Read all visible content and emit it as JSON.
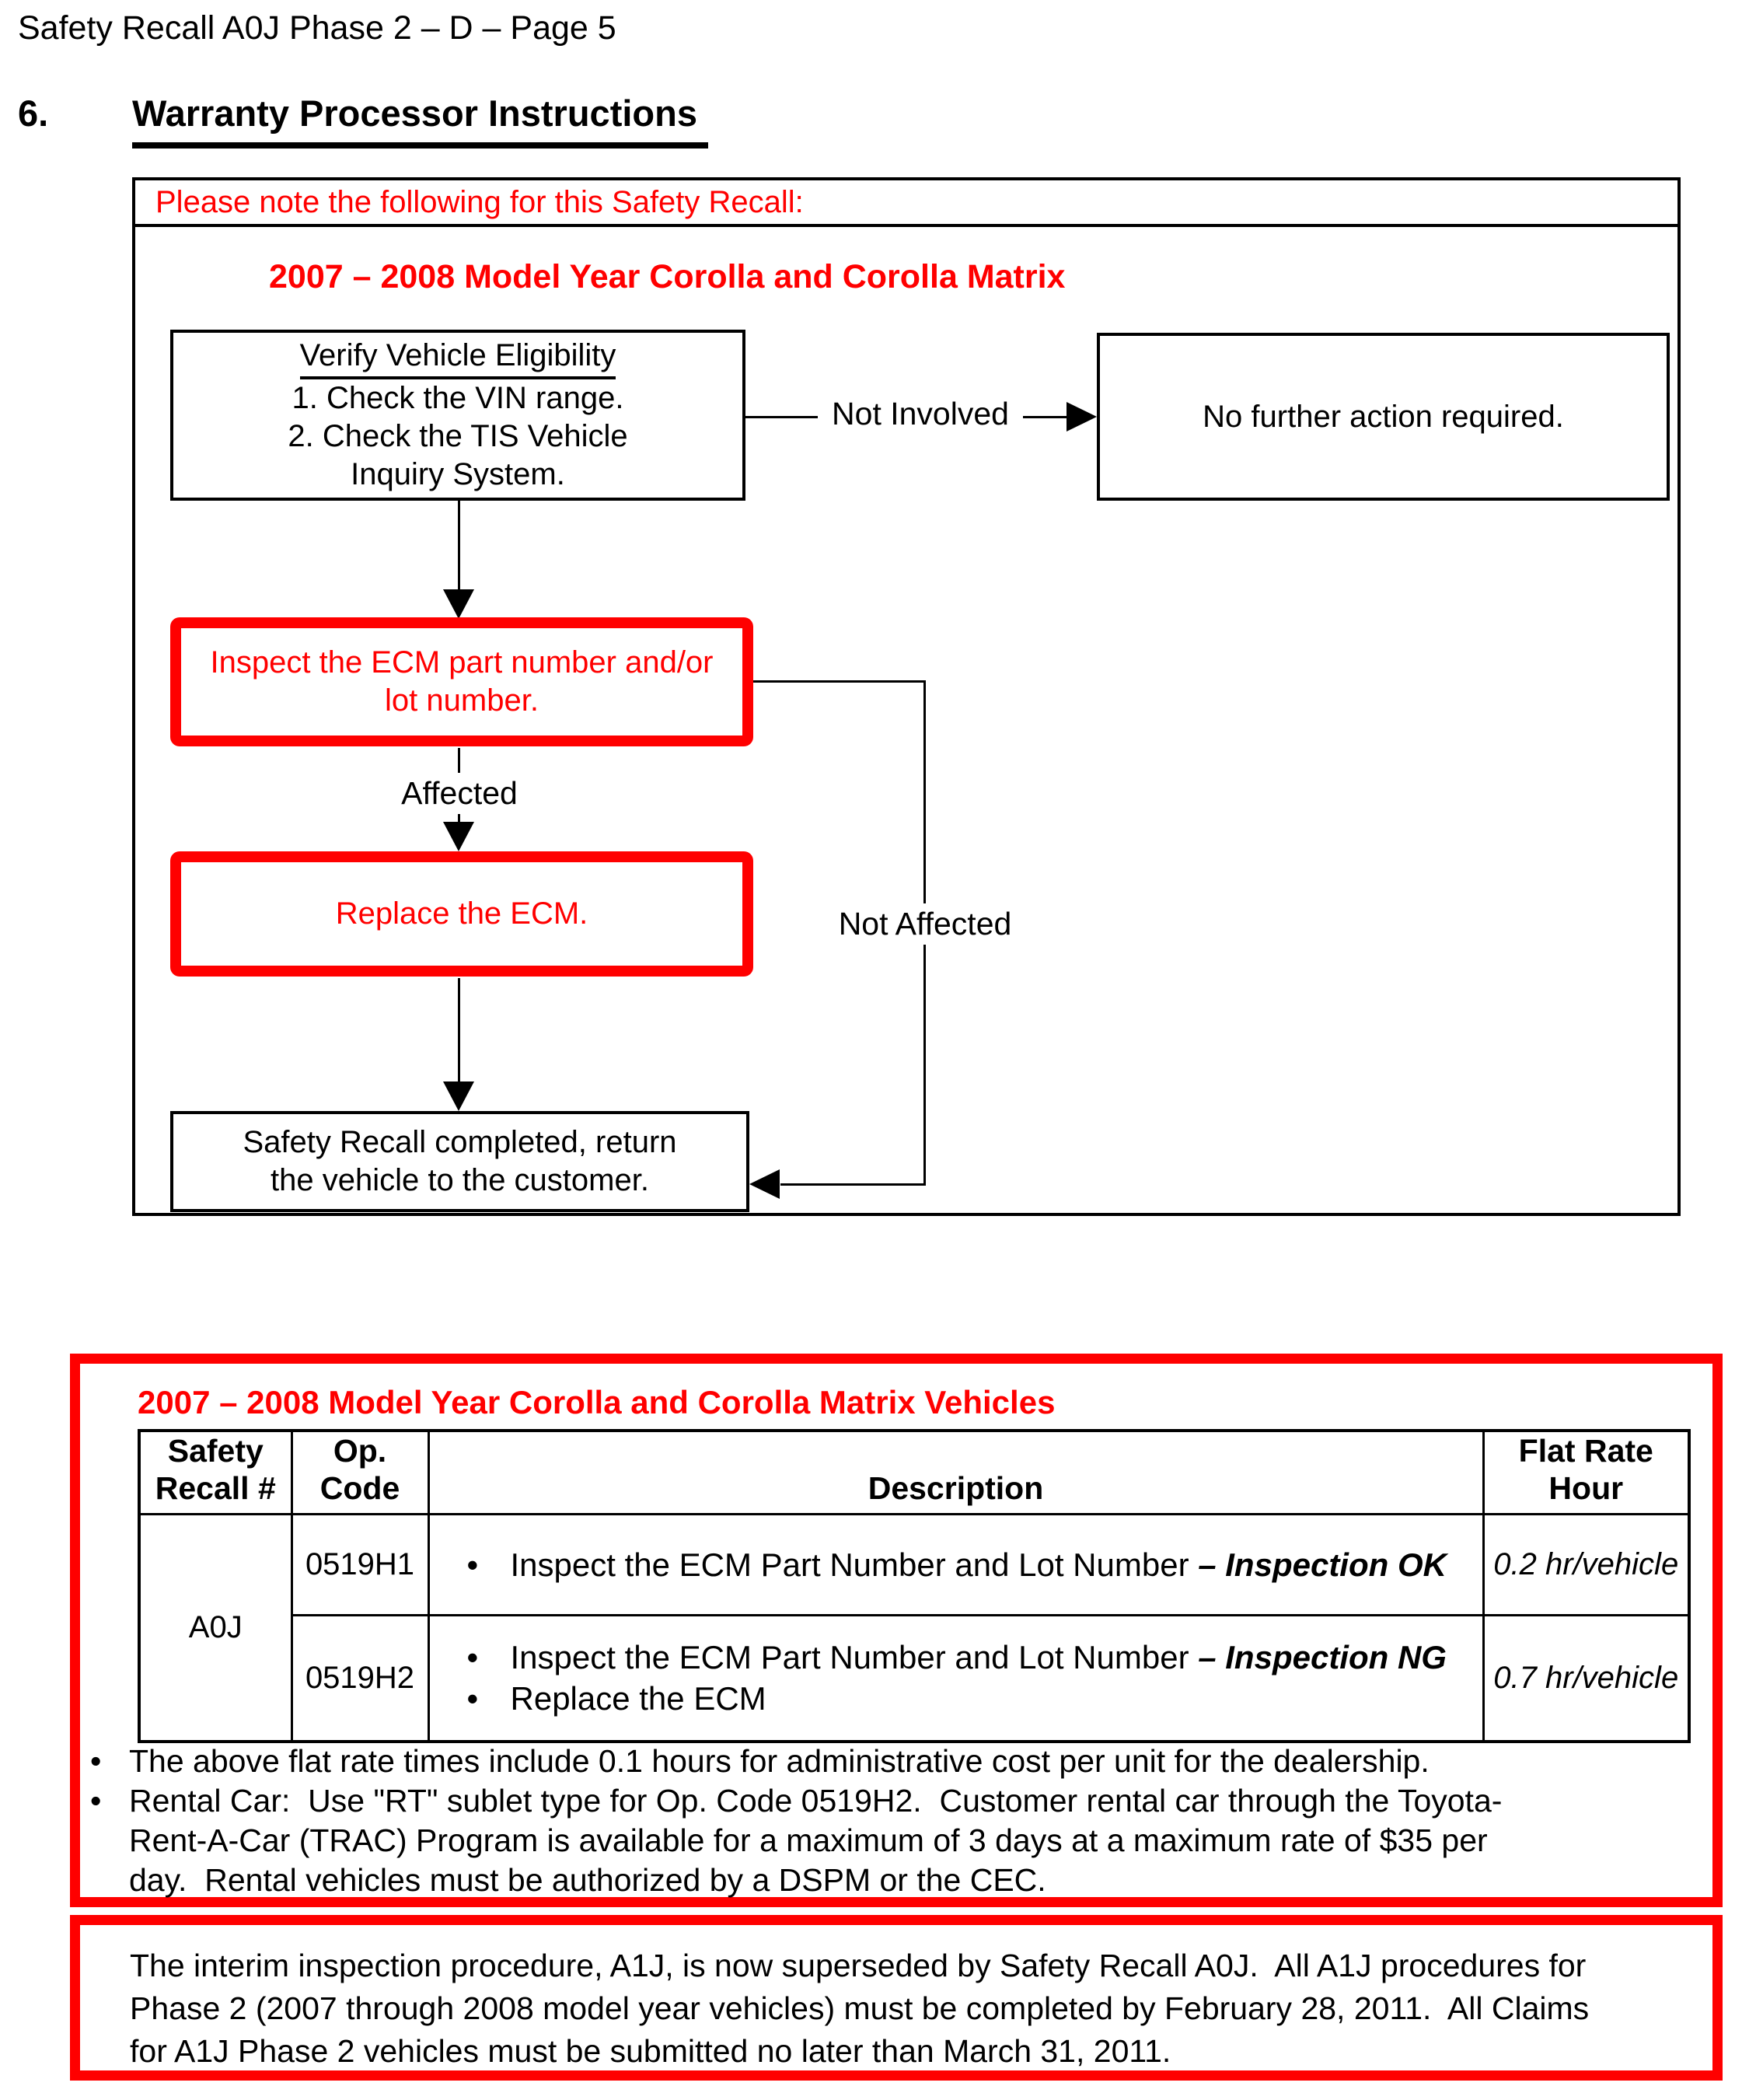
{
  "page": {
    "header": "Safety Recall A0J Phase 2 – D – Page 5",
    "section_number": "6.",
    "section_title": "Warranty Processor Instructions"
  },
  "colors": {
    "accent_red": "#ff0000",
    "text_black": "#000000"
  },
  "flowchart": {
    "note": "Please note the following for this Safety Recall:",
    "title": "2007 – 2008 Model Year Corolla and Corolla Matrix",
    "verify_title": "Verify Vehicle Eligibility",
    "verify_body": "1. Check the VIN range.\n2. Check the TIS Vehicle\nInquiry System.",
    "no_action": "No further action required.",
    "inspect": "Inspect the ECM part number and/or\nlot number.",
    "replace": "Replace the ECM.",
    "completed": "Safety Recall completed, return\nthe vehicle to the customer.",
    "label_not_involved": "Not Involved",
    "label_affected": "Affected",
    "label_not_affected": "Not Affected"
  },
  "warranty": {
    "title": "2007 – 2008 Model Year Corolla and Corolla Matrix Vehicles",
    "col_recall": "Safety\nRecall #",
    "col_op": "Op.\nCode",
    "col_desc": "Description",
    "col_rate": "Flat Rate\nHour",
    "recall_id": "A0J",
    "rows": [
      {
        "op_code": "0519H1",
        "bullets": [
          {
            "text": "Inspect the ECM Part Number and Lot Number ",
            "em": "– Inspection OK"
          }
        ],
        "flat_rate": "0.2 hr/vehicle"
      },
      {
        "op_code": "0519H2",
        "bullets": [
          {
            "text": "Inspect the ECM Part Number and Lot Number ",
            "em": "– Inspection NG"
          },
          {
            "text": "Replace the ECM",
            "em": ""
          }
        ],
        "flat_rate": "0.7 hr/vehicle"
      }
    ],
    "notes": [
      "The above flat rate times include 0.1 hours for administrative cost per unit for the dealership.",
      "Rental Car:  Use \"RT\" sublet type for Op. Code 0519H2.  Customer rental car through the Toyota-\nRent-A-Car (TRAC) Program is available for a maximum of 3 days at a maximum rate of $35 per\nday.  Rental vehicles must be authorized by a DSPM or the CEC."
    ]
  },
  "interim_notice": "The interim inspection procedure, A1J, is now superseded by Safety Recall A0J.  All A1J procedures for\nPhase 2 (2007 through 2008 model year vehicles) must be completed by February 28, 2011.  All Claims\nfor A1J Phase 2 vehicles must be submitted no later than March 31, 2011."
}
